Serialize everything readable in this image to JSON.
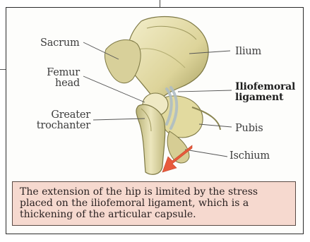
{
  "labels": {
    "sacrum": "Sacrum",
    "femur_head": "Femur\nhead",
    "greater_trochanter": "Greater\ntrochanter",
    "ilium": "Ilium",
    "iliofemoral_ligament": "Iliofemoral\nligament",
    "pubis": "Pubis",
    "ischium": "Ischium"
  },
  "caption": "The extension of the hip is limited by the stress placed on the iliofemoral ligament, which is a thickening of the articular capsule.",
  "colors": {
    "bone": "#e9e2b0",
    "bone_shadow": "#8f8a4e",
    "ligament": "#c9d3d6",
    "arrow": "#e85a3c",
    "caption_bg": "#f6d9cf"
  }
}
